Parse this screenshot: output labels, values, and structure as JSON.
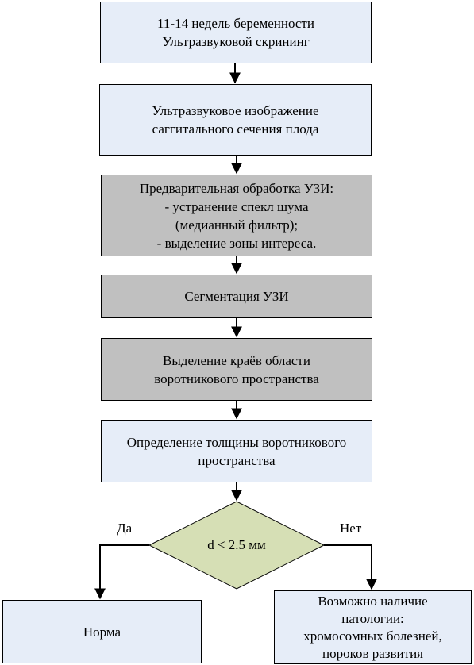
{
  "steps": [
    {
      "lines": [
        "11-14 недель беременности",
        "Ультразвуковой скрининг"
      ]
    },
    {
      "lines": [
        "Ультразвуковое изображение",
        "саггитального сечения плода"
      ]
    },
    {
      "lines": [
        "Предварительная обработка УЗИ:",
        "- устранение спекл шума",
        "(медианный фильтр);",
        "- выделение зоны интереса."
      ]
    },
    {
      "lines": [
        "Сегментация УЗИ"
      ]
    },
    {
      "lines": [
        "Выделение краёв области",
        "воротникового пространства"
      ]
    },
    {
      "lines": [
        "Определение толщины воротникового",
        "пространства"
      ]
    }
  ],
  "decision": {
    "text": "d < 2.5 мм",
    "yes_label": "Да",
    "no_label": "Нет"
  },
  "outcomes": {
    "yes": {
      "lines": [
        "Норма"
      ]
    },
    "no": {
      "lines": [
        "Возможно наличие",
        "патологии:",
        "хромосомных болезней,",
        "пороков развития"
      ]
    }
  },
  "colors": {
    "light_fill": "#e6edf8",
    "gray_fill": "#c0c0c0",
    "diamond_fill": "#d6dfb5",
    "stroke": "#000000"
  }
}
